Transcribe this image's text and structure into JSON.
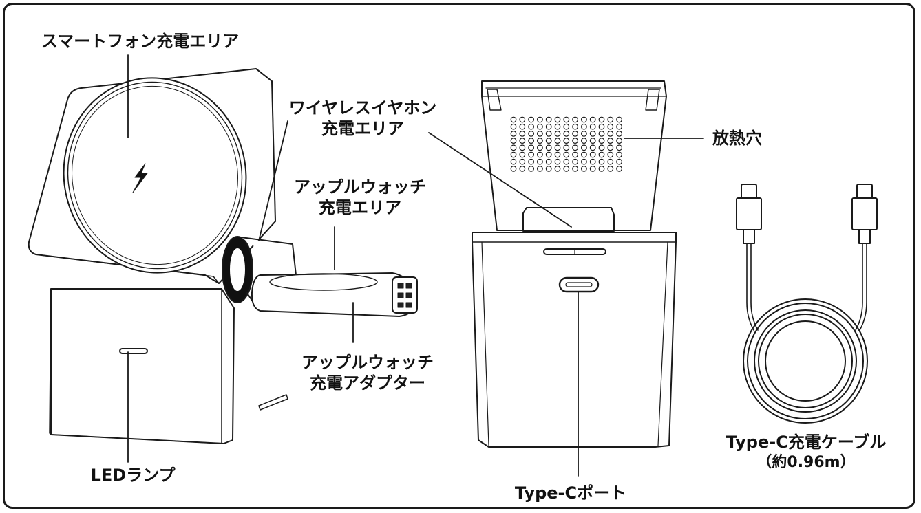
{
  "labels": {
    "smartphone_area": "スマートフォン充電エリア",
    "earphone_area": [
      "ワイヤレスイヤホン",
      "充電エリア"
    ],
    "watch_area": [
      "アップルウォッチ",
      "充電エリア"
    ],
    "watch_adapter": [
      "アップルウォッチ",
      "充電アダプター"
    ],
    "led_lamp": "LEDランプ",
    "vent_holes": "放熱穴",
    "typec_port": "Type-Cポート",
    "cable": [
      "Type-C充電ケーブル",
      "（約0.96m）"
    ]
  },
  "colors": {
    "line": "#1a1a1a",
    "fill": "#ffffff",
    "dark_ring": "#111111"
  }
}
